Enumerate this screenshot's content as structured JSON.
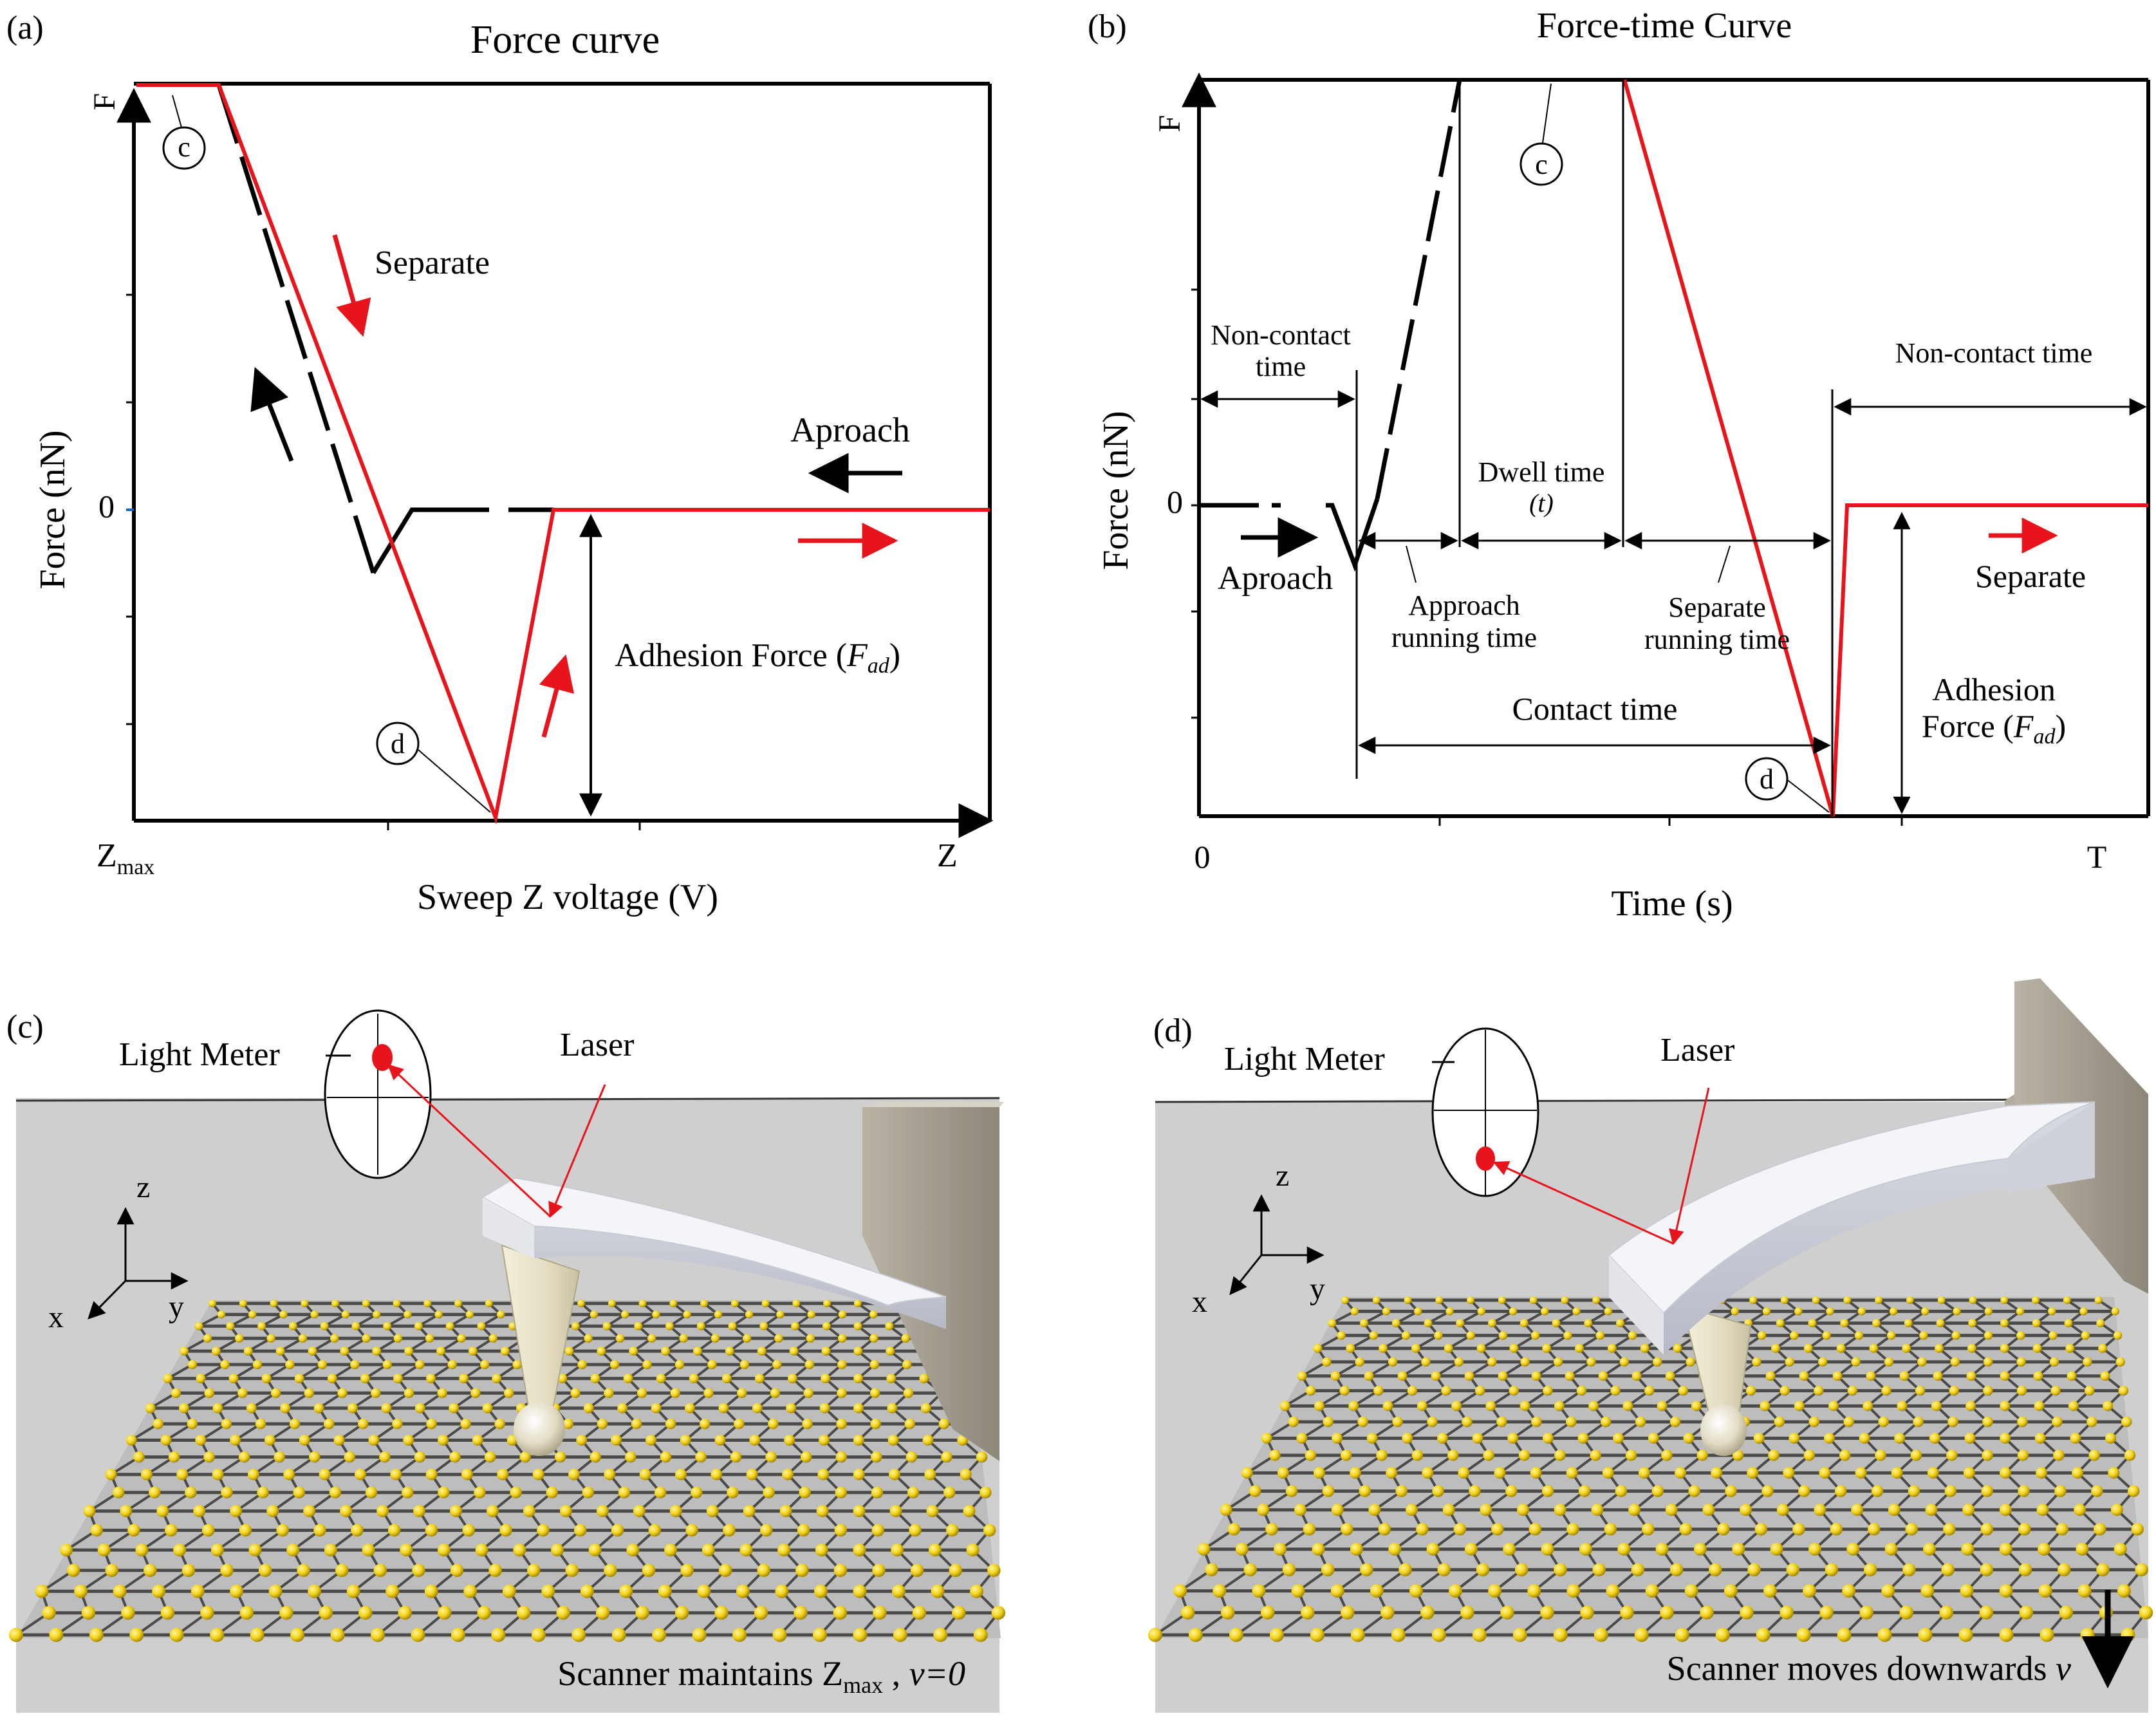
{
  "panel_a": {
    "tag": "(a)",
    "title": "Force curve",
    "ylabel": "Force (nN)",
    "xlabel": "Sweep Z voltage (V)",
    "y_top": "F",
    "y_zero": "0",
    "x_left_main": "Z",
    "x_left_sub": "max",
    "x_right": "Z",
    "point_c": "c",
    "point_d": "d",
    "label_separate": "Separate",
    "label_approach": "Aproach",
    "label_adhesion_main": "Adhesion Force (",
    "label_adhesion_italic": "F",
    "label_adhesion_sub": "ad",
    "label_adhesion_close": ")"
  },
  "panel_b": {
    "tag": "(b)",
    "title": "Force-time Curve",
    "ylabel": "Force (nN)",
    "xlabel": "Time (s)",
    "y_top": "F",
    "y_zero": "0",
    "x_left": "0",
    "x_right": "T",
    "point_c": "c",
    "point_d": "d",
    "noncontact_left_1": "Non-contact",
    "noncontact_left_2": "time",
    "noncontact_right": "Non-contact time",
    "dwell_1": "Dwell time",
    "dwell_2": "(t)",
    "approach_running_1": "Approach",
    "approach_running_2": "running time",
    "separate_running_1": "Separate",
    "separate_running_2": "running time",
    "contact_time": "Contact time",
    "label_approach": "Aproach",
    "label_separate": "Separate",
    "adhesion_1": "Adhesion",
    "adhesion_2_main": "Force (",
    "adhesion_2_italic": "F",
    "adhesion_2_sub": "ad",
    "adhesion_2_close": ")"
  },
  "panel_c": {
    "tag": "(c)",
    "light_meter": "Light Meter",
    "laser": "Laser",
    "axis_x": "x",
    "axis_y": "y",
    "axis_z": "z",
    "caption_main": "Scanner maintains Z",
    "caption_sub": "max",
    "caption_tail": " , ",
    "caption_italic": "v=0"
  },
  "panel_d": {
    "tag": "(d)",
    "light_meter": "Light Meter",
    "laser": "Laser",
    "axis_x": "x",
    "axis_y": "y",
    "axis_z": "z",
    "caption_main": "Scanner moves downwards ",
    "caption_italic": "v"
  },
  "colors": {
    "retract_curve": "#e8141b",
    "approach_curve": "#000000",
    "scene_background": "#cfcfcf",
    "lattice_atom": "#f2d21a",
    "lattice_bond": "#4a4a4a",
    "cantilever": "#f4f5f8",
    "holder": "#a8a294",
    "laser_spot": "#e8141b"
  }
}
